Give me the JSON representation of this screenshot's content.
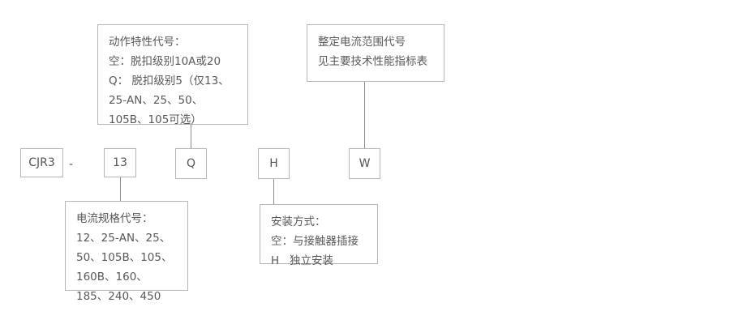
{
  "diagram": {
    "type": "model-designation-breakdown",
    "product_series": "CJR3",
    "model_example": "CJR3 - 13 Q H W",
    "separator": "-",
    "colors": {
      "border": "#b5b5b5",
      "connector": "#8c8c8c",
      "text": "#555555",
      "background": "#ffffff"
    }
  },
  "tokens": {
    "series": "CJR3",
    "current_spec": "13",
    "action_characteristic": "Q",
    "mounting": "H",
    "current_range": "W"
  },
  "notes": {
    "action_characteristic": "动作特性代号：\n空：脱扣级别10A或20\nQ： 脱扣级别5（仅13、25-AN、25、50、105B、105可选）",
    "current_range": "整定电流范围代号\n见主要技术性能指标表",
    "current_spec": "电流规格代号：\n12、25-AN、25、50、105B、105、160B、160、185、240、450",
    "mounting_method": "安装方式：\n空：与接触器插接\nH   独立安装"
  }
}
